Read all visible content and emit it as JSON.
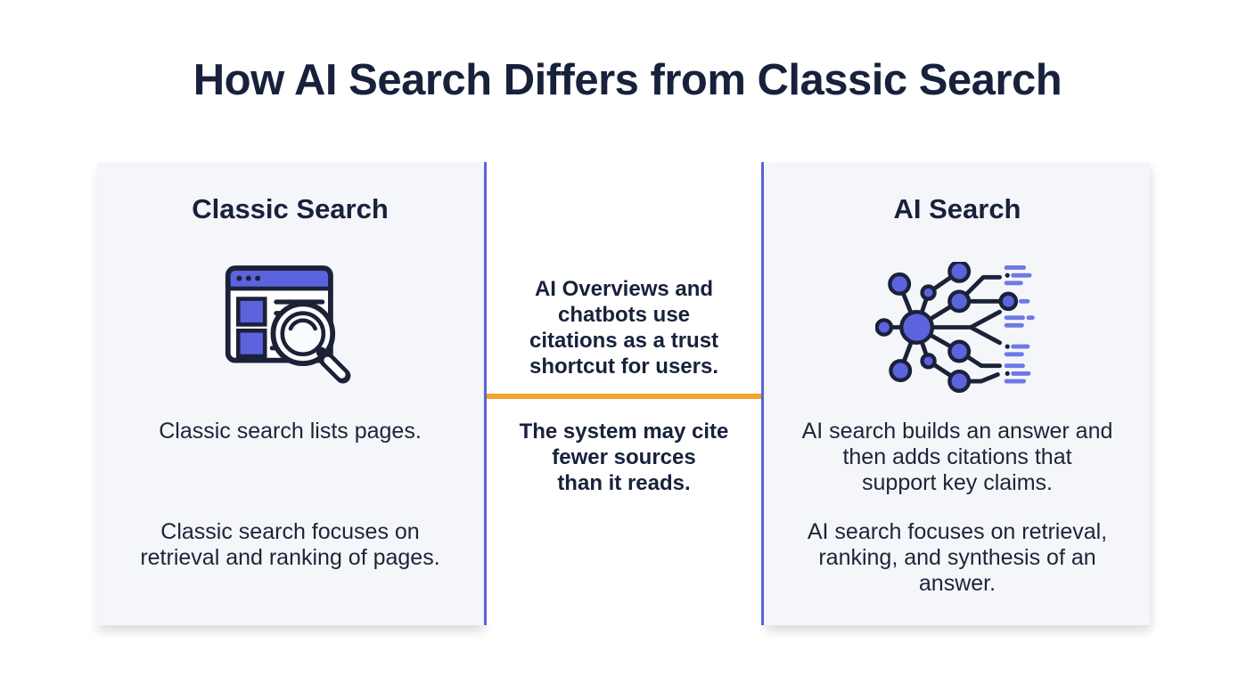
{
  "title": "How AI Search Differs from Classic Search",
  "colors": {
    "text_navy": "#1b2137",
    "card_background": "#f4f6f9",
    "accent_indigo": "#5b63dd",
    "dash_periwinkle": "#6d79e6",
    "rule_blue": "#5c66d9",
    "divider_orange": "#f2a32e"
  },
  "classic_card": {
    "heading": "Classic Search",
    "icon": "browser-search-icon",
    "point1": "Classic search lists pages.",
    "point2": "Classic search focuses on\nretrieval and ranking of pages."
  },
  "middle": {
    "note1": "AI Overviews and\nchatbots use\ncitations as a trust\nshortcut for users.",
    "note2": "The system may cite\nfewer sources\nthan it reads."
  },
  "ai_card": {
    "heading": "AI Search",
    "icon": "ai-network-icon",
    "point1": "AI search builds an answer and\nthen adds citations that\nsupport key claims.",
    "point2": "AI search focuses on retrieval,\nranking, and synthesis of an\nanswer."
  }
}
